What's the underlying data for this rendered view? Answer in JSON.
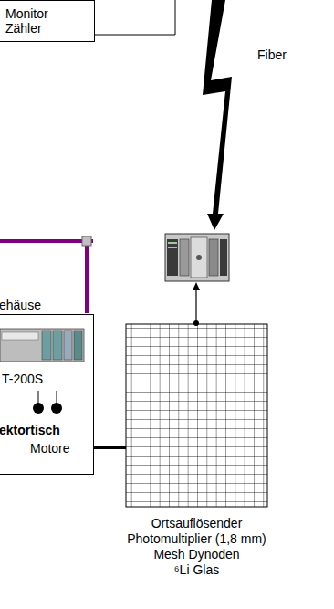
{
  "diagram": {
    "nodes": [
      {
        "text": [
          "Monitor Zähler"
        ]
      },
      {
        "text": [
          "ehäuse",
          "T-200S",
          "ektortisch",
          "Motore"
        ]
      },
      {
        "text": [
          "Ortsauflösender",
          "Photomultiplier (1,8 mm)",
          "Mesh Dynoden",
          "⁶Li Glas"
        ]
      }
    ],
    "edges": [
      {
        "from": 1,
        "to": 2,
        "arrow": "none"
      }
    ],
    "labels": [
      "Fiber"
    ]
  }
}
